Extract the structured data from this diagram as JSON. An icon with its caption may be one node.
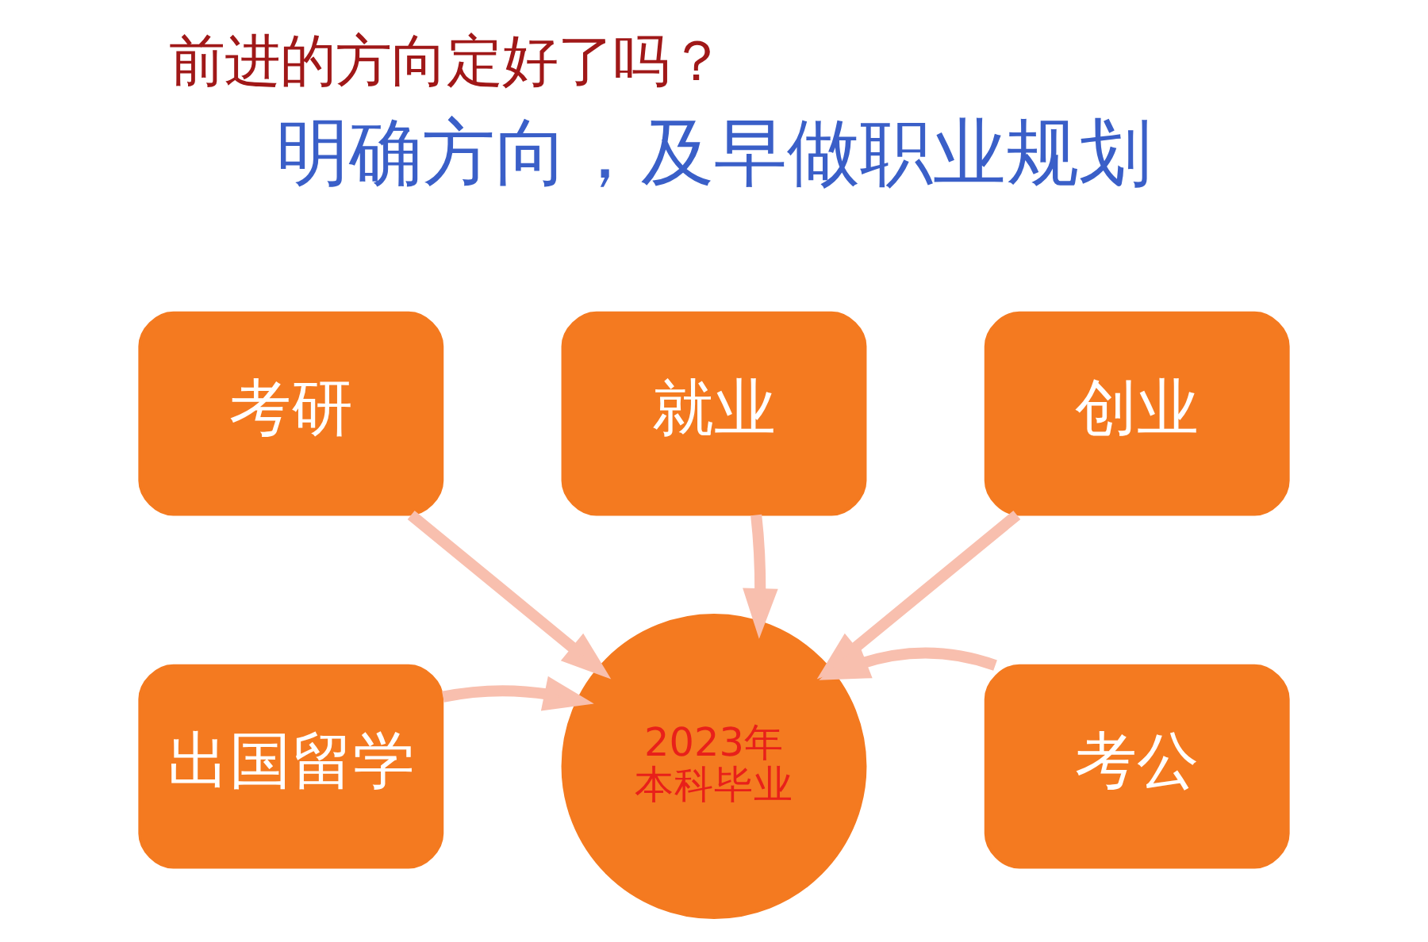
{
  "diagram": {
    "title": "前进的方向定好了吗？",
    "nodes": [
      {
        "text": [
          "考研"
        ]
      },
      {
        "text": [
          "就业"
        ]
      },
      {
        "text": [
          "创业"
        ]
      },
      {
        "text": [
          "出国留学"
        ]
      },
      {
        "text": [
          "2023年本科毕业"
        ]
      },
      {
        "text": [
          "考公"
        ]
      }
    ],
    "edges": [
      {
        "from": 0,
        "to": 4,
        "arrow": "to"
      },
      {
        "from": 1,
        "to": 4,
        "arrow": "to"
      },
      {
        "from": 2,
        "to": 4,
        "arrow": "to"
      },
      {
        "from": 3,
        "to": 4,
        "arrow": "to"
      },
      {
        "from": 5,
        "to": 4,
        "arrow": "to"
      }
    ],
    "labels": [
      "明确方向，及早做职业规划"
    ]
  }
}
